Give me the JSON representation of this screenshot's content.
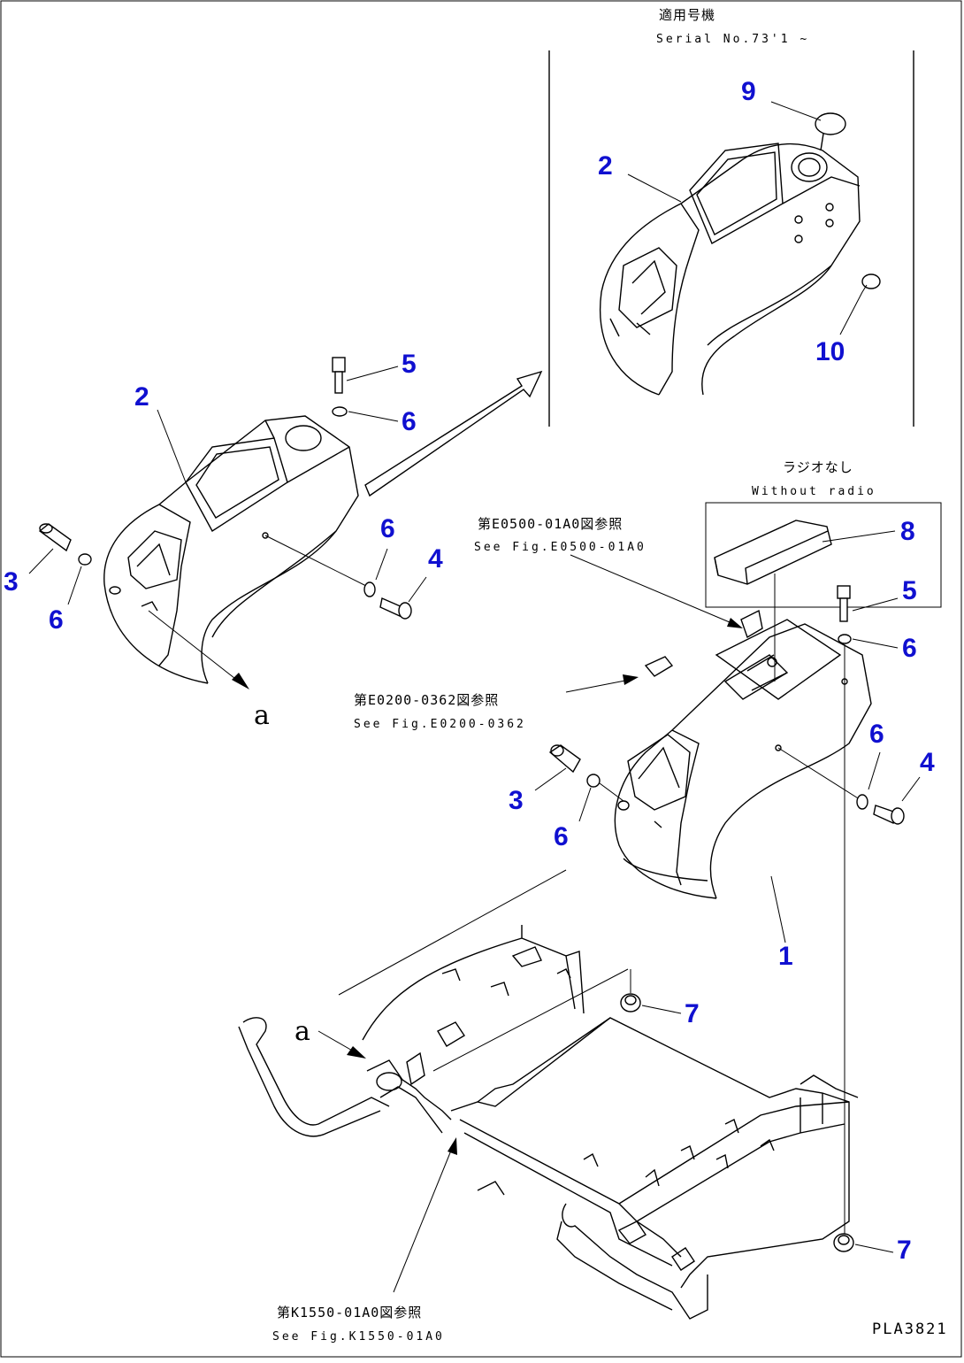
{
  "header": {
    "serial_ja": "適用号機",
    "serial_en": "Serial No.73'1 ~"
  },
  "notes": {
    "without_radio_ja": "ラジオなし",
    "without_radio_en": "Without radio",
    "ref1_ja": "第E0500-01A0図参照",
    "ref1_en": "See Fig.E0500-01A0",
    "ref2_ja": "第E0200-0362図参照",
    "ref2_en": "See Fig.E0200-0362",
    "ref3_ja": "第K1550-01A0図参照",
    "ref3_en": "See Fig.K1550-01A0"
  },
  "callouts": {
    "c9": "9",
    "c2_top": "2",
    "c10": "10",
    "c2_mid": "2",
    "c5_mid": "5",
    "c6_mid": "6",
    "c3_left": "3",
    "c6_left": "6",
    "c6_mid2": "6",
    "c4_mid": "4",
    "c8": "8",
    "c5_right": "5",
    "c6_right": "6",
    "c6_right2": "6",
    "c4_right": "4",
    "c3_right": "3",
    "c6_right3": "6",
    "c1": "1",
    "c7_mid": "7",
    "c7_right": "7"
  },
  "view_labels": {
    "a_top": "a",
    "a_bottom": "a"
  },
  "drawing_code": "PLA3821"
}
